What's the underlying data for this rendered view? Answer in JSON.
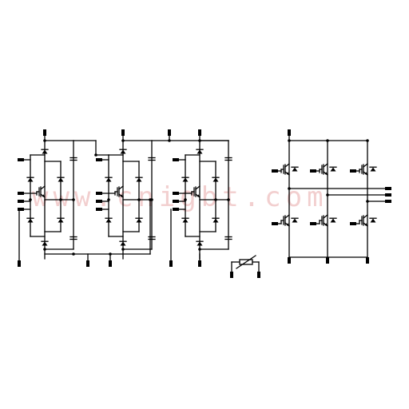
{
  "watermark": {
    "text": "www.cnigbt.com",
    "color": "#e9a8a8"
  },
  "diagram": {
    "type": "power-module-schematic",
    "blocks": [
      {
        "kind": "3-level-npc-leg",
        "count": 3
      },
      {
        "kind": "3-phase-igbt-bridge",
        "legs": 3
      },
      {
        "kind": "ntc-thermistor",
        "count": 1
      }
    ],
    "colors": {
      "wire": "#000000"
    },
    "icons": [
      "diode-icon",
      "igbt-icon",
      "capacitor-icon",
      "thermistor-icon",
      "terminal-pin-icon"
    ]
  }
}
